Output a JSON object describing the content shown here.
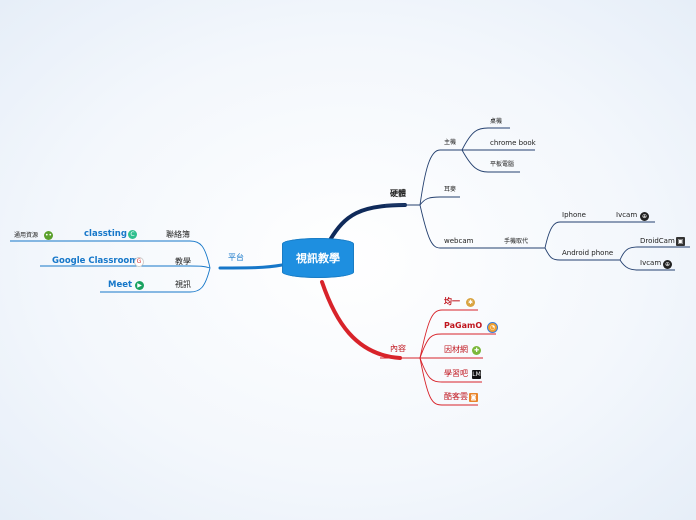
{
  "center": {
    "label": "視訊教學"
  },
  "hardware": {
    "label": "硬體",
    "host": {
      "label": "主機",
      "children": [
        "桌機",
        "chrome book",
        "平板電腦"
      ]
    },
    "earphone": "耳麥",
    "webcam": {
      "label": "webcam",
      "phone_sub": "手機取代",
      "iphone": {
        "label": "Iphone",
        "app": "Ivcam"
      },
      "android": {
        "label": "Android phone",
        "apps": [
          "DroidCam",
          "Ivcam"
        ]
      }
    }
  },
  "content": {
    "label": "內容",
    "items": [
      "均一",
      "PaGamO",
      "因材網",
      "學習吧",
      "酷客雲"
    ]
  },
  "platform": {
    "label": "平台",
    "rows": [
      {
        "category": "聯絡簿",
        "app": "classting",
        "extra": "通用資源"
      },
      {
        "category": "教學",
        "app": "Google Classroom"
      },
      {
        "category": "視訊",
        "app": "Meet"
      }
    ]
  },
  "colors": {
    "center": "#1e8fe0",
    "hardware_branch": "#0f2a5a",
    "content_branch": "#d8232a",
    "platform_branch": "#1677c9"
  }
}
